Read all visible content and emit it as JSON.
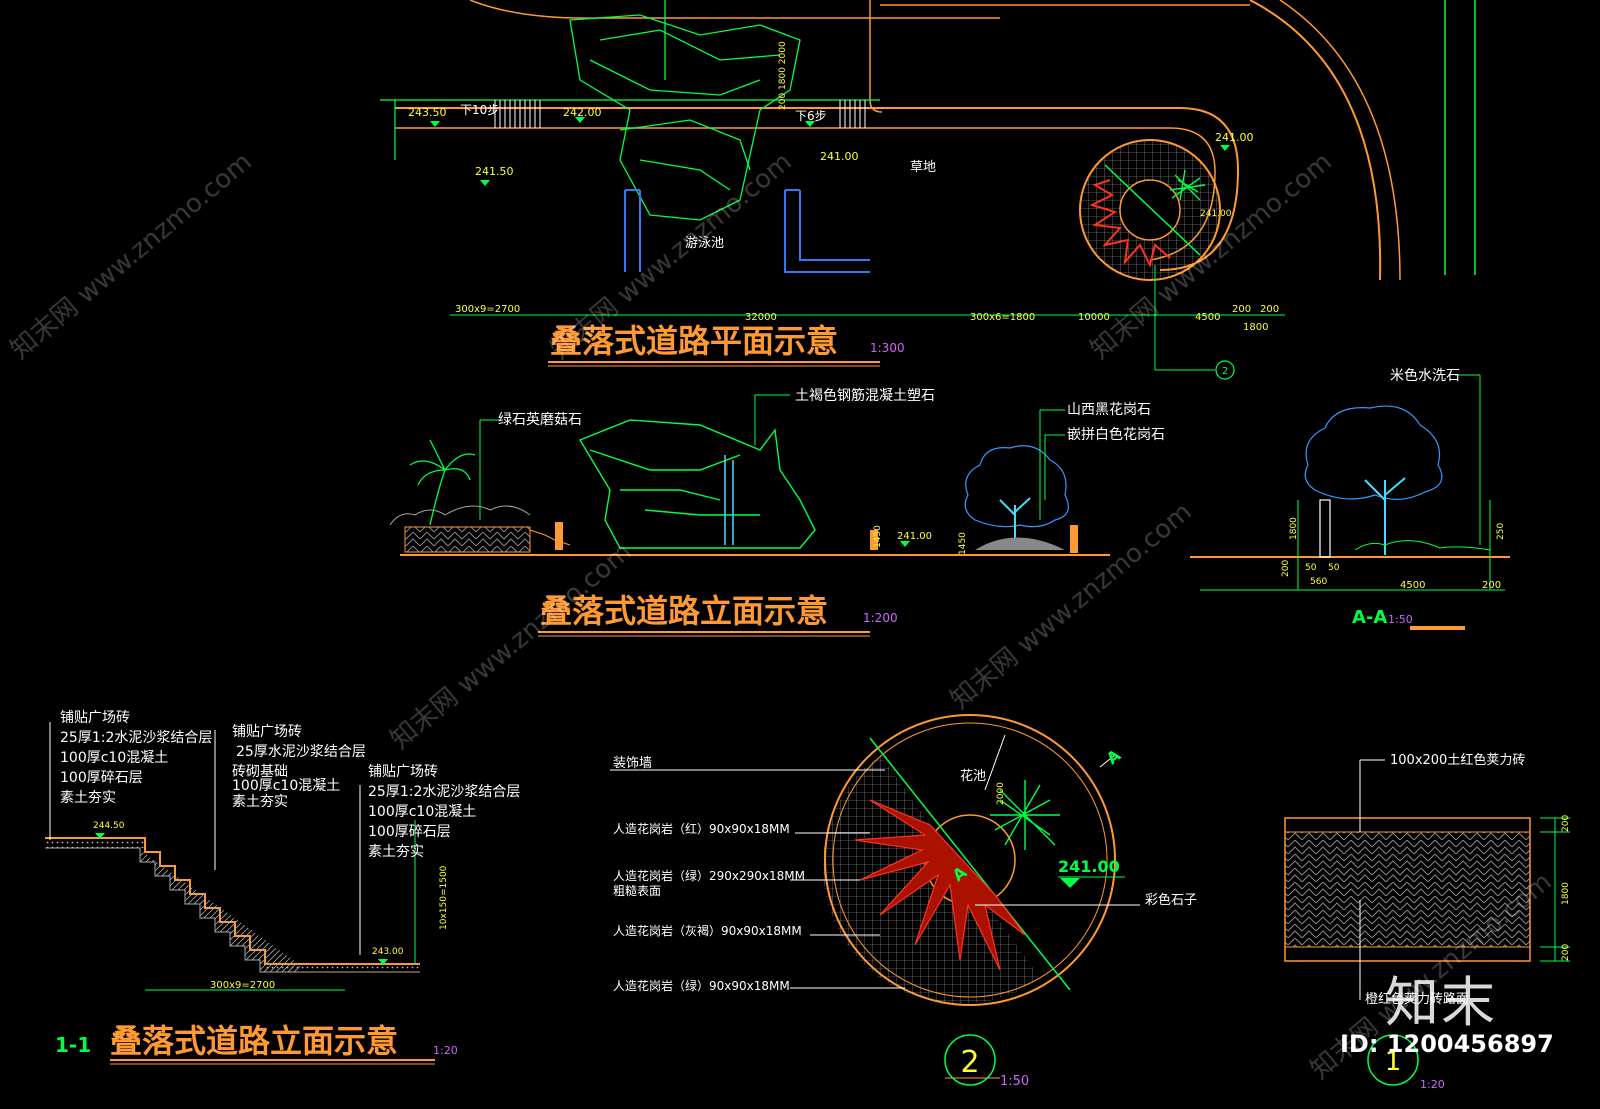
{
  "plan": {
    "title": "叠落式道路平面示意",
    "scale": "1:300",
    "elev_1": "243.50",
    "down_10": "下10步",
    "elev_2": "242.00",
    "down_6": "下6步",
    "elev_3": "241.50",
    "elev_4": "241.00",
    "elev_5": "241.00",
    "elev_6": "241.00",
    "lawn": "草地",
    "pool": "游泳池",
    "dim_1": "300x9=2700",
    "dim_2": "32000",
    "dim_3": "300x6=1800",
    "dim_4": "10000",
    "dim_5": "4500",
    "dim_6": "200",
    "dim_7": "200",
    "dim_8": "1800",
    "dim_v": "200 1800 2000",
    "callout": "2"
  },
  "elevation": {
    "title": "叠落式道路立面示意",
    "scale": "1:200",
    "label_1": "绿石英磨菇石",
    "label_2": "土褐色钢筋混凝土塑石",
    "label_3": "山西黑花岗石",
    "label_4": "嵌拼白色花岗石",
    "elev_1": "241.00",
    "dim_1": "1450",
    "dim_2": "1450"
  },
  "section_aa": {
    "label": "米色水洗石",
    "title": "A-A",
    "scale": "1:50",
    "dim_1": "1800",
    "dim_2": "250",
    "dim_3": "200",
    "dim_4": "50",
    "dim_5": "50",
    "dim_6": "560",
    "dim_7": "4500",
    "dim_8": "200"
  },
  "stairs": {
    "num": "1-1",
    "title": "叠落式道路立面示意",
    "scale": "1:20",
    "layers_a": [
      "铺贴广场砖",
      "25厚1:2水泥沙浆结合层",
      "100厚c10混凝土",
      "100厚碎石层",
      "素土夯实"
    ],
    "layers_b": [
      "铺贴广场砖",
      "25厚水泥沙浆结合层",
      "砖砌基础",
      "100厚c10混凝土",
      "素土夯实"
    ],
    "layers_c": [
      "铺贴广场砖",
      "25厚1:2水泥沙浆结合层",
      "100厚c10混凝土",
      "100厚碎石层",
      "素土夯实"
    ],
    "elev_top": "244.50",
    "elev_bot": "243.00",
    "dim_h": "300x9=2700",
    "dim_v": "10x150=1500"
  },
  "detail2": {
    "num": "2",
    "scale": "1:50",
    "label_1": "装饰墙",
    "label_2": "人造花岗岩（红）90x90x18MM",
    "label_3a": "人造花岗岩（绿）290x290x18MM",
    "label_3b": "粗糙表面",
    "label_4": "人造花岗岩（灰褐）90x90x18MM",
    "label_5": "人造花岗岩（绿）90x90x18MM",
    "flower": "花池",
    "colored_stone": "彩色石子",
    "elev": "241.00",
    "cut": "A",
    "dim_v": "2000"
  },
  "detail1": {
    "num": "1",
    "scale": "1:20",
    "label_top": "100x200土红色荚力砖",
    "label_bot": "橙红色荚力砖路面",
    "dim_1": "200",
    "dim_2": "1800",
    "dim_3": "200"
  },
  "watermark": {
    "brand": "知末",
    "id": "ID: 1200456897",
    "site": "知末网 www.znzmo.com"
  }
}
